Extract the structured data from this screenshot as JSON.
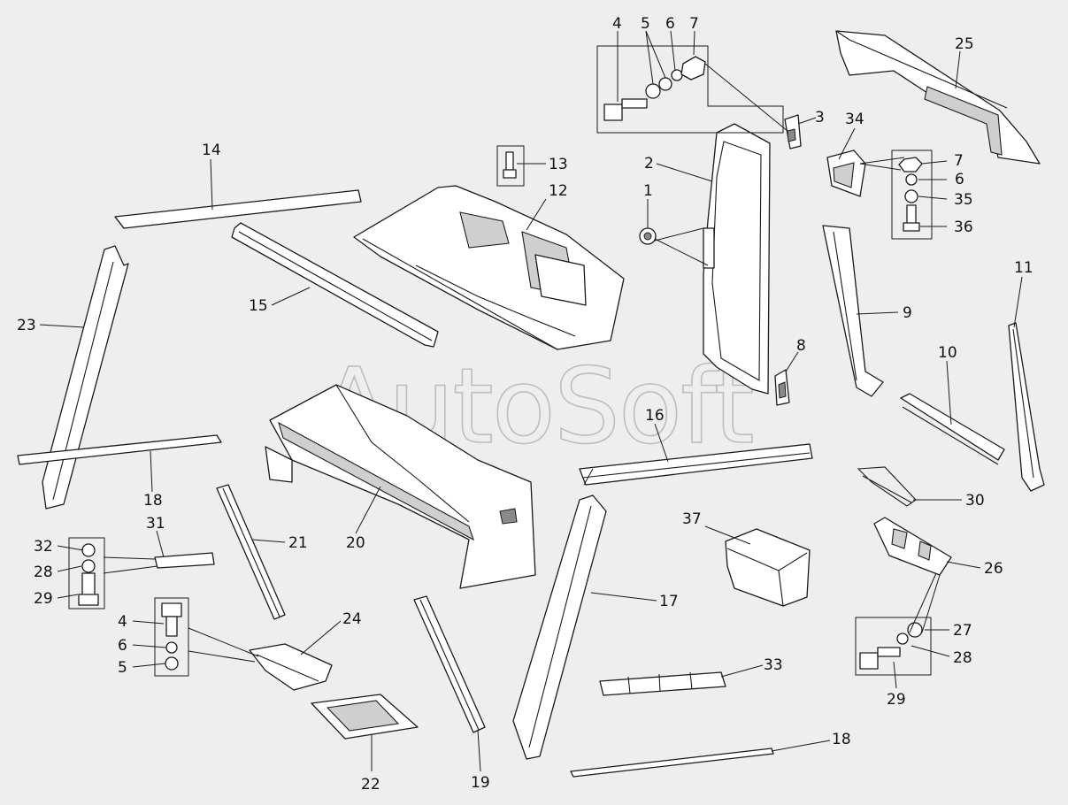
{
  "watermark": "AutoSoft",
  "callouts": {
    "c1": "1",
    "c2": "2",
    "c3": "3",
    "c4a": "4",
    "c5a": "5",
    "c6a": "6",
    "c7a": "7",
    "c7b": "7",
    "c6b": "6",
    "c35": "35",
    "c36": "36",
    "c34": "34",
    "c25": "25",
    "c8": "8",
    "c9": "9",
    "c10": "10",
    "c11": "11",
    "c12": "12",
    "c13": "13",
    "c14": "14",
    "c15": "15",
    "c16": "16",
    "c17": "17",
    "c18a": "18",
    "c18b": "18",
    "c19": "19",
    "c20": "20",
    "c21": "21",
    "c22": "22",
    "c23": "23",
    "c24": "24",
    "c4b": "4",
    "c6c": "6",
    "c5b": "5",
    "c26": "26",
    "c27": "27",
    "c28a": "28",
    "c29a": "29",
    "c30": "30",
    "c31": "31",
    "c32": "32",
    "c28b": "28",
    "c29b": "29",
    "c33": "33",
    "c37": "37"
  }
}
